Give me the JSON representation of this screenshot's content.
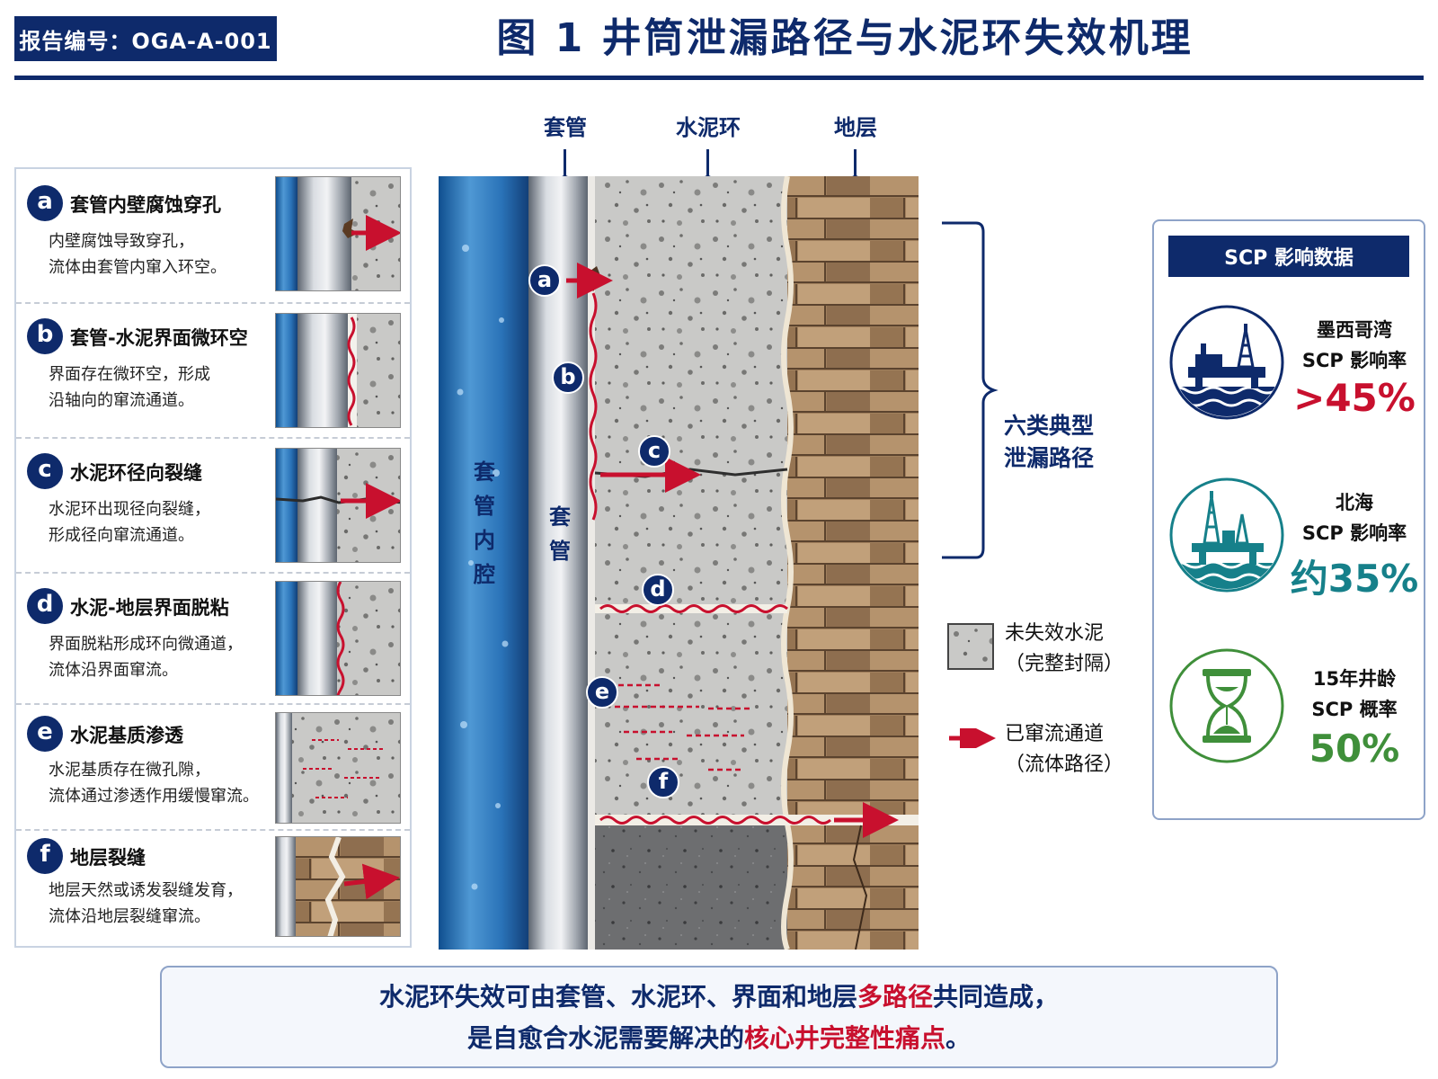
{
  "header": {
    "report_no": "报告编号：OGA-A-001",
    "title": "图 1  井筒泄漏路径与水泥环失效机理"
  },
  "columns": {
    "casing": "套管",
    "cement": "水泥环",
    "formation": "地层"
  },
  "diagram": {
    "bore_label": "套管内腔",
    "casing_label": "套管",
    "paths": [
      "a",
      "b",
      "c",
      "d",
      "e",
      "f"
    ]
  },
  "left_items": [
    {
      "letter": "a",
      "title": "套管内壁腐蚀穿孔",
      "desc1": "内壁腐蚀导致穿孔，",
      "desc2": "流体由套管内窜入环空。"
    },
    {
      "letter": "b",
      "title": "套管-水泥界面微环空",
      "desc1": "界面存在微环空，形成",
      "desc2": "沿轴向的窜流通道。"
    },
    {
      "letter": "c",
      "title": "水泥环径向裂缝",
      "desc1": "水泥环出现径向裂缝，",
      "desc2": "形成径向窜流通道。"
    },
    {
      "letter": "d",
      "title": "水泥-地层界面脱粘",
      "desc1": "界面脱粘形成环向微通道，",
      "desc2": "流体沿界面窜流。"
    },
    {
      "letter": "e",
      "title": "水泥基质渗透",
      "desc1": "水泥基质存在微孔隙，",
      "desc2": "流体通过渗透作用缓慢窜流。"
    },
    {
      "letter": "f",
      "title": "地层裂缝",
      "desc1": "地层天然或诱发裂缝发育，",
      "desc2": "流体沿地层裂缝窜流。"
    }
  ],
  "bracket": {
    "line1": "六类典型",
    "line2": "泄漏路径"
  },
  "legend": {
    "cement_label": "未失效水泥",
    "cement_sub": "（完整封隔）",
    "channel_label": "已窜流通道",
    "channel_sub": "（流体路径）"
  },
  "scp": {
    "header": "SCP 影响数据",
    "items": [
      {
        "icon": "offshore-platform-icon",
        "line1": "墨西哥湾",
        "line2": "SCP 影响率",
        "value": ">45%",
        "color": "#c8102e"
      },
      {
        "icon": "oil-rig-icon",
        "line1": "北海",
        "line2": "SCP 影响率",
        "value": "约35%",
        "color": "#16808a"
      },
      {
        "icon": "hourglass-icon",
        "line1": "15年井龄",
        "line2": "SCP 概率",
        "value": "50%",
        "color": "#3f8f3a"
      }
    ]
  },
  "conclusion": {
    "l1_a": "水泥环失效可由套管、水泥环、界面和地层",
    "l1_hl": "多路径",
    "l1_b": "共同造成，",
    "l2_a": "是自愈合水泥需要解决的",
    "l2_hl": "核心井完整性痛点",
    "l2_b": "。"
  },
  "colors": {
    "navy": "#0e2a6b",
    "red": "#c8102e",
    "teal": "#16808a",
    "green": "#3f8f3a"
  }
}
